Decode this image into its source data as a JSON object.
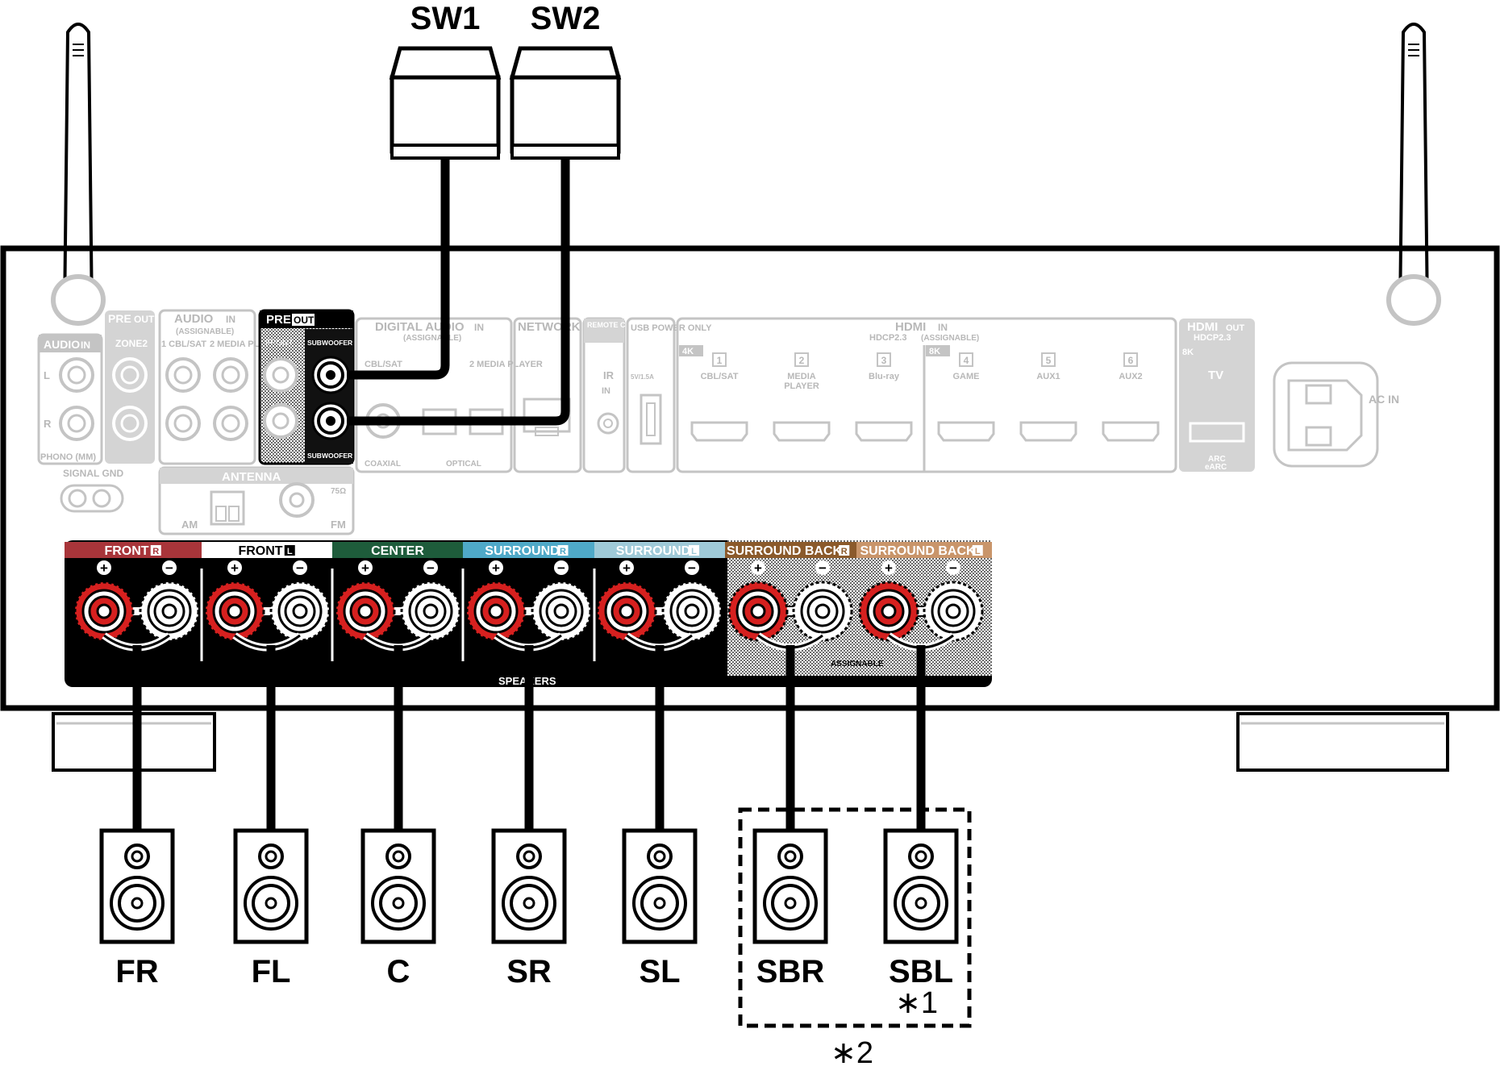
{
  "subwoofers": [
    {
      "id": "sw1",
      "label": "SW1"
    },
    {
      "id": "sw2",
      "label": "SW2"
    }
  ],
  "receiver": {
    "input_panel": {
      "audio_in": "AUDIO",
      "audio_in_tag": "IN",
      "audio_ch_l": "L",
      "audio_ch_r": "R",
      "phono": "PHONO (MM)",
      "signal_gnd": "SIGNAL GND",
      "preout_zone": "PRE",
      "preout_zone_tag": "OUT",
      "zone2": "ZONE2",
      "audio_assignable": "AUDIO",
      "audio_assignable_tag": "IN",
      "assignable": "(ASSIGNABLE)",
      "cbl_sat": "1 CBL/SAT",
      "media_player": "2 MEDIA PLAYER",
      "antenna": "ANTENNA",
      "am": "AM",
      "fm": "FM",
      "ohm": "75Ω"
    },
    "preout_sub": {
      "title": "PRE",
      "tag": "OUT",
      "front": "FRONT",
      "sub1": "SUBWOOFER 1",
      "sub2": "SUBWOOFER 2"
    },
    "digital": {
      "title": "DIGITAL AUDIO",
      "tag": "IN",
      "assignable": "(ASSIGNABLE)",
      "cbl_sat": "CBL/SAT",
      "coaxial": "COAXIAL",
      "optical": "OPTICAL",
      "media_player": "2 MEDIA PLAYER"
    },
    "network": "NETWORK",
    "remote": {
      "title": "REMOTE CONTROL",
      "ir": "IR",
      "in": "IN"
    },
    "usb": {
      "title": "USB POWER ONLY",
      "rating": "5V/1.5A"
    },
    "hdmi_in": {
      "title": "HDMI",
      "tag": "IN",
      "sub": "HDCP2.3",
      "assignable": "(ASSIGNABLE)",
      "badge_4k": "4K",
      "badge_8k": "8K",
      "ports": [
        {
          "num": "1",
          "label": "CBL/SAT"
        },
        {
          "num": "2",
          "label": "MEDIA PLAYER"
        },
        {
          "num": "3",
          "label": "Blu-ray"
        },
        {
          "num": "4",
          "label": "GAME"
        },
        {
          "num": "5",
          "label": "AUX1"
        },
        {
          "num": "6",
          "label": "AUX2"
        }
      ]
    },
    "hdmi_out": {
      "title": "HDMI",
      "tag": "OUT",
      "sub": "HDCP2.3",
      "badge": "8K",
      "tv": "TV",
      "arc": "ARC",
      "earc": "eARC"
    },
    "ac_in": "AC IN"
  },
  "speaker_terminals": {
    "panel_label": "SPEAKERS",
    "assignable": "ASSIGNABLE",
    "plus": "+",
    "minus": "−",
    "groups": [
      {
        "label": "FRONT",
        "ch": "R",
        "color": "#a8353a"
      },
      {
        "label": "FRONT",
        "ch": "L",
        "color": "#ffffff"
      },
      {
        "label": "CENTER",
        "ch": "",
        "color": "#1e5c3b"
      },
      {
        "label": "SURROUND",
        "ch": "R",
        "color": "#4fa9c8"
      },
      {
        "label": "SURROUND",
        "ch": "L",
        "color": "#9fcad8"
      },
      {
        "label": "SURROUND BACK",
        "ch": "R",
        "color": "#8b5a2b"
      },
      {
        "label": "SURROUND BACK",
        "ch": "L",
        "color": "#c9956a"
      }
    ]
  },
  "speakers": [
    {
      "id": "fr",
      "label": "FR"
    },
    {
      "id": "fl",
      "label": "FL"
    },
    {
      "id": "c",
      "label": "C"
    },
    {
      "id": "sr",
      "label": "SR"
    },
    {
      "id": "sl",
      "label": "SL"
    },
    {
      "id": "sbr",
      "label": "SBR"
    },
    {
      "id": "sbl",
      "label": "SBL"
    }
  ],
  "notes": {
    "note1": "∗1",
    "note2": "∗2"
  },
  "colors": {
    "terminal_red": "#d6201f",
    "ghost": "#c4c4c4",
    "band_front_r": "#a8353a",
    "band_center": "#1e5c3b",
    "band_surround_r": "#4fa9c8",
    "band_surround_l": "#9fcad8",
    "band_sb_r": "#8b5a2b",
    "band_sb_l": "#c9956a"
  }
}
